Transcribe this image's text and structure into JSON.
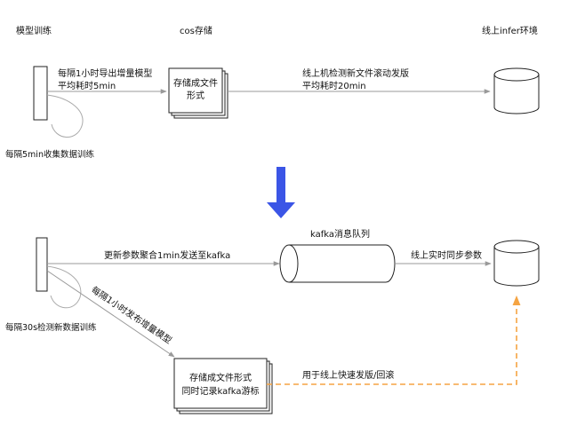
{
  "headers": {
    "model_training": "模型训练",
    "cos_storage": "cos存储",
    "online_env": "线上infer环境"
  },
  "top_flow": {
    "export_line1": "每隔1小时导出增量模型",
    "export_line2": "平均耗时5min",
    "file_box_line1": "存储成文件",
    "file_box_line2": "形式",
    "deploy_line1": "线上机检测新文件滚动发版",
    "deploy_line2": "平均耗时20min",
    "train_loop_label": "每隔5min收集数据训练"
  },
  "bottom_flow": {
    "kafka_title": "kafka消息队列",
    "update_label": "更新参数聚合1min发送至kafka",
    "sync_label": "线上实时同步参数",
    "publish_label": "每隔1小时发布增量模型",
    "train_loop_label": "每隔30s检测新数据训练",
    "file_box_line1": "存储成文件形式",
    "file_box_line2": "同时记录kafka游标",
    "rollback_label": "用于线上快速发版/回滚"
  },
  "colors": {
    "arrow_gray": "#999999",
    "down_arrow_blue": "#3b55e6",
    "rollback_orange": "#f5a443"
  }
}
